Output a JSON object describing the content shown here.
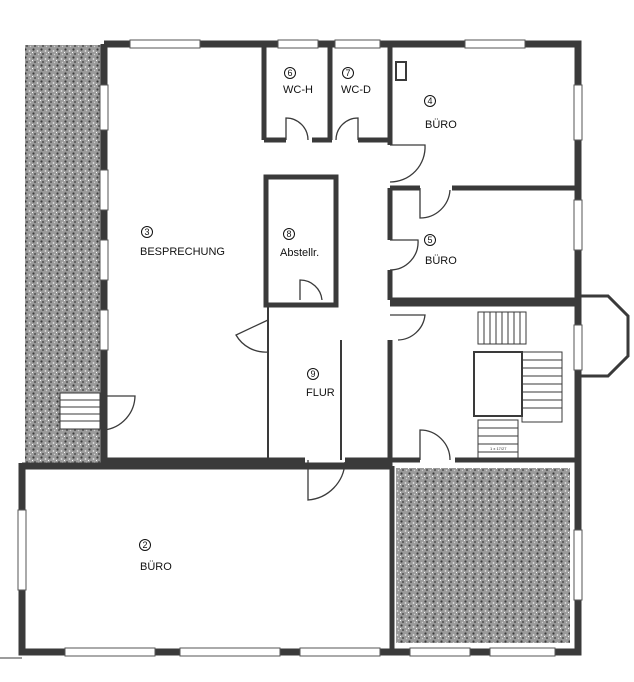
{
  "rooms": [
    {
      "number": "2",
      "name": "BÜRO"
    },
    {
      "number": "3",
      "name": "BESPRECHUNG"
    },
    {
      "number": "4",
      "name": "BÜRO"
    },
    {
      "number": "5",
      "name": "BÜRO"
    },
    {
      "number": "6",
      "name": "WC-H"
    },
    {
      "number": "7",
      "name": "WC-D"
    },
    {
      "number": "8",
      "name": "Abstellr."
    },
    {
      "number": "9",
      "name": "FLUR"
    }
  ],
  "stair_note": "1 x 17/27"
}
